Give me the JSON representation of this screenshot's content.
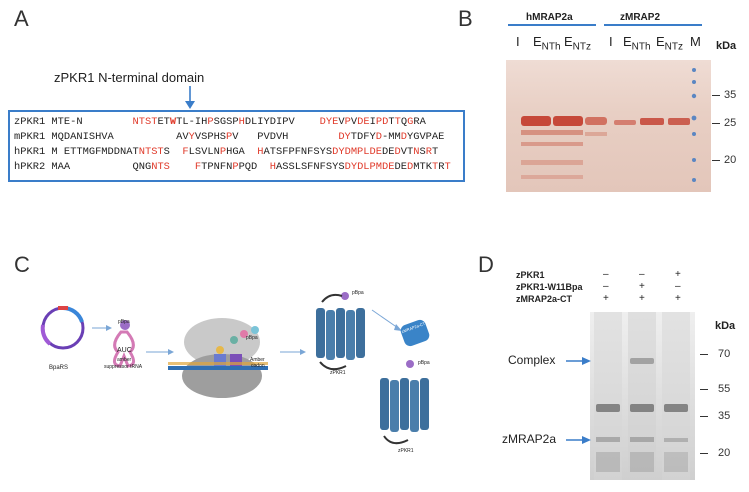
{
  "panels": {
    "a": {
      "letter": "A",
      "title": "zPKR1 N-terminal domain",
      "rows": [
        {
          "name": "zPKR1",
          "segs": [
            [
              "n",
              "MTE-N        "
            ],
            [
              "r",
              "NTST"
            ],
            [
              "n",
              "ET"
            ],
            [
              "rb",
              "W"
            ],
            [
              "n",
              "TL-IH"
            ],
            [
              "r",
              "P"
            ],
            [
              "n",
              "SGSP"
            ],
            [
              "r",
              "H"
            ],
            [
              "n",
              "DLIYDIPV    "
            ],
            [
              "r",
              "DYE"
            ],
            [
              "n",
              "V"
            ],
            [
              "r",
              "P"
            ],
            [
              "n",
              "V"
            ],
            [
              "r",
              "DE"
            ],
            [
              "n",
              "I"
            ],
            [
              "r",
              "PD"
            ],
            [
              "n",
              "T"
            ],
            [
              "r",
              "T"
            ],
            [
              "n",
              "Q"
            ],
            [
              "r",
              "G"
            ],
            [
              "n",
              "RA"
            ]
          ]
        },
        {
          "name": "mPKR1",
          "segs": [
            [
              "n",
              "MQDANISHVA          AV"
            ],
            [
              "r",
              "Y"
            ],
            [
              "n",
              "VSPHS"
            ],
            [
              "r",
              "P"
            ],
            [
              "n",
              "V   PVDVH        "
            ],
            [
              "r",
              "DY"
            ],
            [
              "n",
              "TDFY"
            ],
            [
              "r",
              "D"
            ],
            [
              "n",
              "-MM"
            ],
            [
              "r",
              "D"
            ],
            [
              "n",
              "YGVPAE"
            ]
          ]
        },
        {
          "name": "hPKR1",
          "segs": [
            [
              "n",
              "M ETTMGFMDDNAT"
            ],
            [
              "r",
              "NTST"
            ],
            [
              "n",
              "S  "
            ],
            [
              "r",
              "F"
            ],
            [
              "n",
              "LSVLN"
            ],
            [
              "r",
              "P"
            ],
            [
              "n",
              "HGA  "
            ],
            [
              "r",
              "H"
            ],
            [
              "n",
              "ATSFPFNFSYS"
            ],
            [
              "r",
              "DYDMPLDE"
            ],
            [
              "n",
              "DE"
            ],
            [
              "r",
              "D"
            ],
            [
              "n",
              "VT"
            ],
            [
              "r",
              "N"
            ],
            [
              "n",
              "S"
            ],
            [
              "r",
              "R"
            ],
            [
              "n",
              "T"
            ]
          ]
        },
        {
          "name": "hPKR2",
          "segs": [
            [
              "n",
              "MAA          QNG"
            ],
            [
              "r",
              "NTS"
            ],
            [
              "n",
              "    "
            ],
            [
              "r",
              "F"
            ],
            [
              "n",
              "TPNFN"
            ],
            [
              "r",
              "P"
            ],
            [
              "n",
              "PQD  "
            ],
            [
              "r",
              "H"
            ],
            [
              "n",
              "ASSLSFNFSYS"
            ],
            [
              "r",
              "DYDLPMDE"
            ],
            [
              "n",
              "DE"
            ],
            [
              "r",
              "D"
            ],
            [
              "n",
              "MTK"
            ],
            [
              "r",
              "T"
            ],
            [
              "n",
              "R"
            ],
            [
              "r",
              "T"
            ]
          ]
        }
      ]
    },
    "b": {
      "letter": "B",
      "group1": "hMRAP2a",
      "group2": "zMRAP2",
      "lane_labels": [
        "I",
        "E",
        "NTh",
        "E",
        "NTz",
        "I",
        "E",
        "NTh",
        "E",
        "NTz",
        "M"
      ],
      "unit": "kDa",
      "markers": [
        "35",
        "25",
        "20"
      ]
    },
    "c": {
      "letter": "C",
      "plasmid_label": "BpaRS",
      "trna_label": "AUC",
      "trna_caption_1": "amber",
      "trna_caption_2": "suppressor tRNA",
      "pbpa": "pBpa",
      "codon_label_1": "Amber",
      "codon_label_2": "codon",
      "receptor_label": "zPKR1",
      "receptor_label_2": "zPKR1",
      "bound_label": "zMRAP2a-CT"
    },
    "d": {
      "letter": "D",
      "conditions": [
        {
          "name": "zPKR1",
          "marks": [
            "–",
            "–",
            "+"
          ]
        },
        {
          "name": "zPKR1-W11Bpa",
          "marks": [
            "–",
            "+",
            "–"
          ]
        },
        {
          "name": "zMRAP2a-CT",
          "marks": [
            "+",
            "+",
            "+"
          ]
        }
      ],
      "unit": "kDa",
      "markers": [
        "70",
        "55",
        "35",
        "20"
      ],
      "complex_label": "Complex",
      "zmrap_label": "zMRAP2a"
    }
  },
  "colors": {
    "blue_accent": "#3a7dc9",
    "red_residue": "#e03a2a",
    "receptor_blue": "#3d6f9c"
  }
}
